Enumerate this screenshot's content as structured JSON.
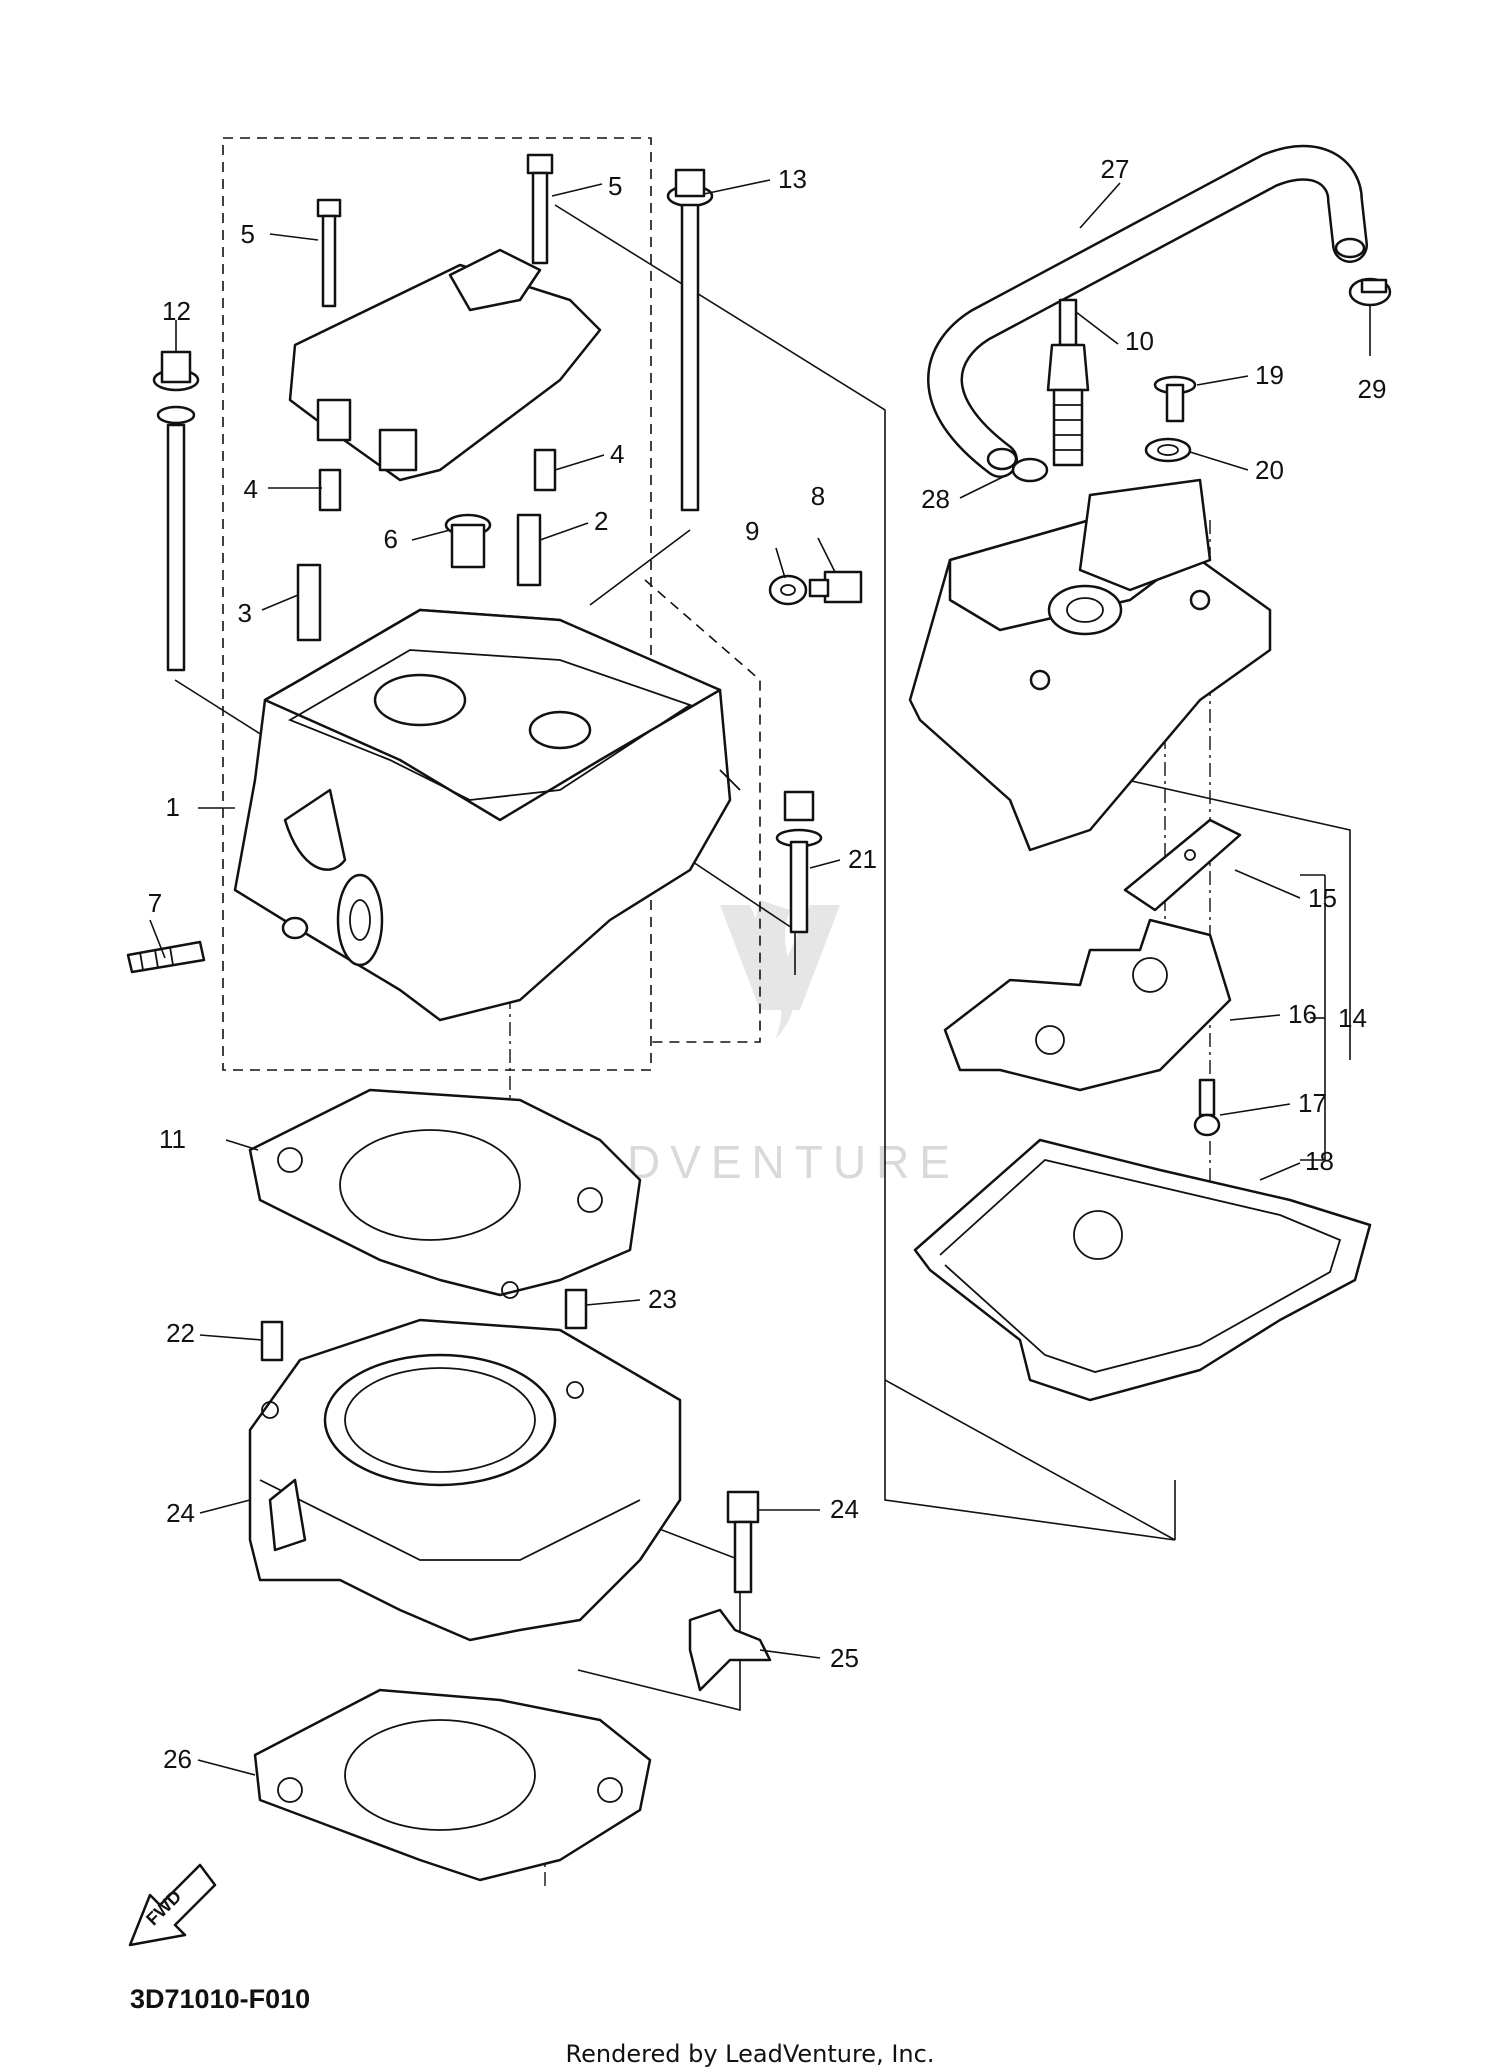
{
  "diagram": {
    "code": "3D71010-F010",
    "credit": "Rendered by LeadVenture, Inc.",
    "watermark": "LEADVENTURE",
    "fwd_label": "FWD",
    "callouts": [
      "1",
      "2",
      "3",
      "4",
      "4",
      "5",
      "5",
      "6",
      "7",
      "8",
      "9",
      "10",
      "11",
      "12",
      "13",
      "14",
      "15",
      "16",
      "17",
      "18",
      "19",
      "20",
      "21",
      "22",
      "23",
      "24",
      "24",
      "25",
      "26",
      "27",
      "28",
      "29"
    ]
  }
}
